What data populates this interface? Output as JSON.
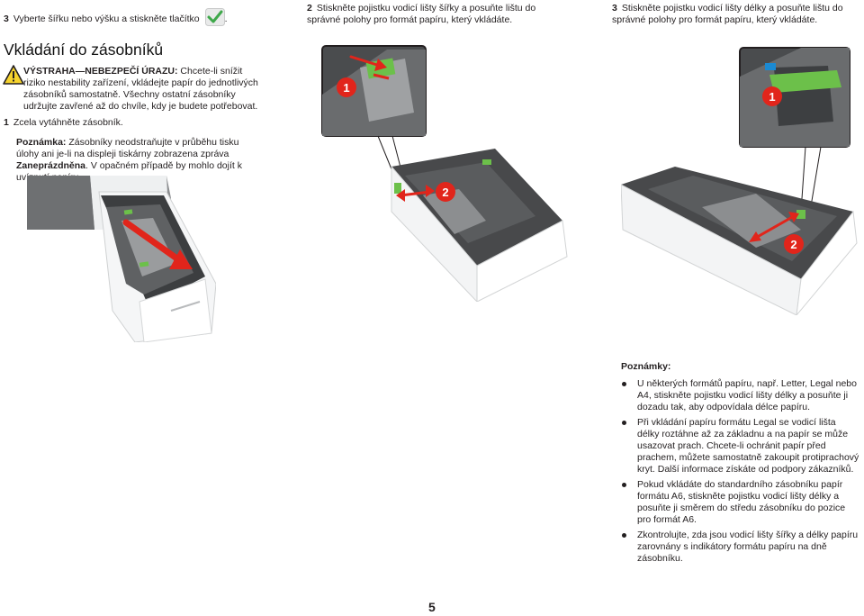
{
  "step3_left": {
    "number": "3",
    "text": "Vyberte šířku nebo výšku a stiskněte tlačítko",
    "after_icon": "."
  },
  "step2_center": {
    "number": "2",
    "text": "Stiskněte pojistku vodicí lišty šířky a posuňte lištu do správné polohy pro formát papíru, který vkládáte."
  },
  "step3_right": {
    "number": "3",
    "text": "Stiskněte pojistku vodicí lišty délky a posuňte lištu do správné polohy pro formát papíru, který vkládáte."
  },
  "section_title": "Vkládání do zásobníků",
  "warning": {
    "lead": "VÝSTRAHA—NEBEZPEČÍ ÚRAZU:",
    "text": " Chcete-li snížit riziko nestability zařízení, vkládejte papír do jednotlivých zásobníků samostatně. Všechny ostatní zásobníky udržujte zavřené až do chvíle, kdy je budete potřebovat."
  },
  "step1": {
    "number": "1",
    "text": "Zcela vytáhněte zásobník."
  },
  "note": {
    "lead": "Poznámka:",
    "text_before": " Zásobníky neodstraňujte v průběhu tisku úlohy ani je-li na displeji tiskárny zobrazena zpráva ",
    "emphasis": "Zaneprázdněna",
    "text_after": ". V opačném případě by mohlo dojít k uvíznutí papíru."
  },
  "notes": {
    "heading": "Poznámky:",
    "items": [
      "U některých formátů papíru, např. Letter, Legal nebo A4, stiskněte pojistku vodicí lišty délky a posuňte ji dozadu tak, aby odpovídala délce papíru.",
      "Při vkládání papíru formátu Legal se vodicí lišta délky roztáhne až za základnu a na papír se může usazovat prach. Chcete-li ochránit papír před prachem, můžete samostatně zakoupit protiprachový kryt. Další informace získáte od podpory zákazníků.",
      "Pokud vkládáte do standardního zásobníku papír formátu A6, stiskněte pojistku vodicí lišty délky a posuňte ji směrem do středu zásobníku do pozice pro formát A6.",
      "Zkontrolujte, zda jsou vodicí lišty šířky a délky papíru zarovnány s indikátory formátu papíru na dně zásobníku."
    ]
  },
  "figures": {
    "center_callouts": [
      "1",
      "2"
    ],
    "right_callouts": [
      "1",
      "2"
    ]
  },
  "page_number": "5",
  "colors": {
    "accent_red": "#e1251b",
    "guide_green": "#6cc04a",
    "warning_yellow": "#f6d32d"
  }
}
